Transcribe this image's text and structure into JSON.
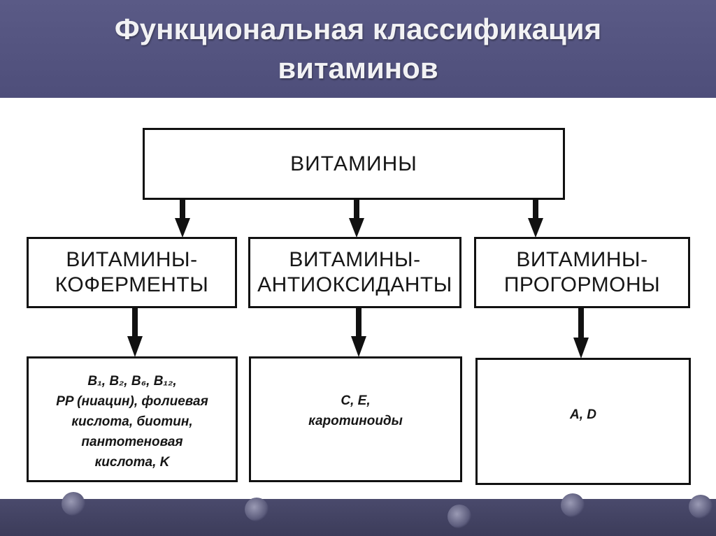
{
  "title": {
    "line1": "Функциональная классификация",
    "line2": "витаминов"
  },
  "diagram": {
    "root": "ВИТАМИНЫ",
    "categories": [
      {
        "line1": "ВИТАМИНЫ-",
        "line2": "КОФЕРМЕНТЫ"
      },
      {
        "line1": "ВИТАМИНЫ-",
        "line2": "АНТИОКСИДАНТЫ"
      },
      {
        "line1": "ВИТАМИНЫ-",
        "line2": "ПРОГОРМОНЫ"
      }
    ],
    "examples": [
      {
        "lines": [
          "B₁, B₂, B₆, B₁₂,",
          "PP (ниацин), фолиевая",
          "кислота, биотин,",
          "пантотеновая",
          "кислота, K"
        ]
      },
      {
        "lines": [
          "C, E,",
          "каротиноиды"
        ]
      },
      {
        "lines": [
          "A, D"
        ]
      }
    ]
  }
}
